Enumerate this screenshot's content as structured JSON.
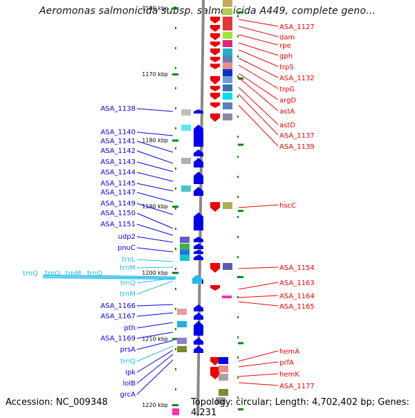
{
  "title": "Aeromonas salmonicida subsp. salmonicida A449, complete geno...",
  "footer": {
    "accession": "Accession: NC_009348",
    "topology": "Topology: circular; Length: 4,702,402 bp; Genes: 4,231"
  },
  "colors": {
    "forward_gene": "#0000ee",
    "reverse_gene": "#ee0000",
    "trna_gene": "#22bbee",
    "backbone": "#888888",
    "tick": "#008800"
  },
  "kbp_ticks": [
    {
      "label": "1160 kbp",
      "pos": 1160
    },
    {
      "label": "1170 kbp",
      "pos": 1170
    },
    {
      "label": "1180 kbp",
      "pos": 1180
    },
    {
      "label": "1190 kbp",
      "pos": 1190
    },
    {
      "label": "1200 kbp",
      "pos": 1200
    },
    {
      "label": "1210 kbp",
      "pos": 1210
    },
    {
      "label": "1220 kbp",
      "pos": 1220
    }
  ],
  "left_labels": [
    {
      "text": "ASA_1138",
      "type": "cds"
    },
    {
      "text": "ASA_1140",
      "type": "cds"
    },
    {
      "text": "ASA_1141",
      "type": "cds"
    },
    {
      "text": "ASA_1142",
      "type": "cds"
    },
    {
      "text": "ASA_1143",
      "type": "cds"
    },
    {
      "text": "ASA_1144",
      "type": "cds"
    },
    {
      "text": "ASA_1145",
      "type": "cds"
    },
    {
      "text": "ASA_1147",
      "type": "cds"
    },
    {
      "text": "ASA_1149",
      "type": "cds"
    },
    {
      "text": "ASA_1150",
      "type": "cds"
    },
    {
      "text": "ASA_1151",
      "type": "cds"
    },
    {
      "text": "udp2",
      "type": "cds"
    },
    {
      "text": "pnuC",
      "type": "cds"
    },
    {
      "text": "trnL",
      "type": "trna"
    },
    {
      "text": "trnM",
      "type": "trna"
    },
    {
      "text": "trnQ",
      "type": "trna"
    },
    {
      "text": "trnM",
      "type": "trna"
    },
    {
      "text": "ASA_1166",
      "type": "cds"
    },
    {
      "text": "ASA_1167",
      "type": "cds"
    },
    {
      "text": "pth",
      "type": "cds"
    },
    {
      "text": "ASA_1169",
      "type": "cds"
    },
    {
      "text": "prsA",
      "type": "cds"
    },
    {
      "text": "trnQ",
      "type": "trna"
    },
    {
      "text": "ipk",
      "type": "cds"
    },
    {
      "text": "lolB",
      "type": "cds"
    },
    {
      "text": "grcA",
      "type": "cds"
    }
  ],
  "trna_cluster": [
    "trnQ",
    "trnQ",
    "trnM",
    "trnQ"
  ],
  "right_labels": [
    "ASA_1127",
    "dam",
    "rpe",
    "gph",
    "trpS",
    "ASA_1132",
    "trpG",
    "argD",
    "astA",
    "astD",
    "ASA_1137",
    "ASA_1139",
    "hscC",
    "ASA_1154",
    "ASA_1163",
    "ASA_1164",
    "ASA_1165",
    "hemA",
    "prfA",
    "hemK",
    "ASA_1177"
  ]
}
